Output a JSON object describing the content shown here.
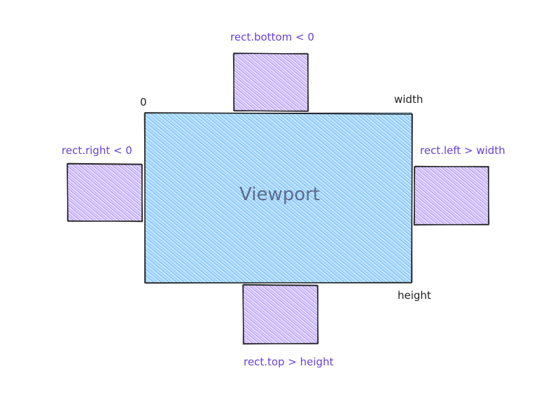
{
  "colors": {
    "viewport_fill": "#a5d8ff",
    "viewport_hatch": "#4dabf7",
    "box_fill": "#d0bfff",
    "box_hatch": "#9775fa",
    "stroke": "#1e1e1e",
    "label_accent": "#6741d9"
  },
  "viewport": {
    "label": "Viewport"
  },
  "corners": {
    "origin": "0",
    "width": "width",
    "height": "height"
  },
  "boxes": {
    "top": {
      "label": "rect.bottom < 0"
    },
    "left": {
      "label": "rect.right < 0"
    },
    "right": {
      "label": "rect.left > width"
    },
    "bottom": {
      "label": "rect.top > height"
    }
  }
}
